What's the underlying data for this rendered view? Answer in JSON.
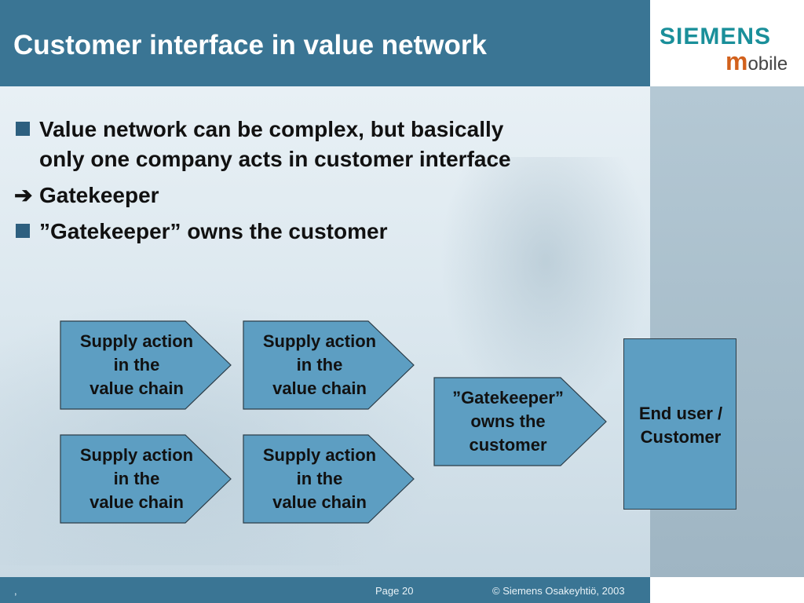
{
  "title": "Customer interface in value network",
  "logo": {
    "brand": "SIEMENS",
    "m": "m",
    "sub": "obile"
  },
  "bullets": [
    {
      "marker": "square",
      "text1": "Value network can be complex, but basically",
      "text2": "only one company acts in customer interface"
    },
    {
      "marker": "arrow",
      "arrow": "➔",
      "text1": "Gatekeeper"
    },
    {
      "marker": "square",
      "text1": "”Gatekeeper” owns the customer"
    }
  ],
  "diagram": {
    "supply": [
      {
        "l1": "Supply action",
        "l2": "in the",
        "l3": "value chain"
      },
      {
        "l1": "Supply action",
        "l2": "in the",
        "l3": "value chain"
      },
      {
        "l1": "Supply action",
        "l2": "in the",
        "l3": "value chain"
      },
      {
        "l1": "Supply action",
        "l2": "in the",
        "l3": "value chain"
      }
    ],
    "gatekeeper": {
      "l1": "”Gatekeeper”",
      "l2": "owns the",
      "l3": "customer"
    },
    "end_user": {
      "l1": "End user /",
      "l2": "Customer"
    },
    "colors": {
      "fill": "#5d9ec2",
      "stroke": "#2c3d48"
    }
  },
  "footer": {
    "left": ",",
    "page": "Page 20",
    "copyright": "© Siemens Osakeyhtiö, 2003"
  }
}
